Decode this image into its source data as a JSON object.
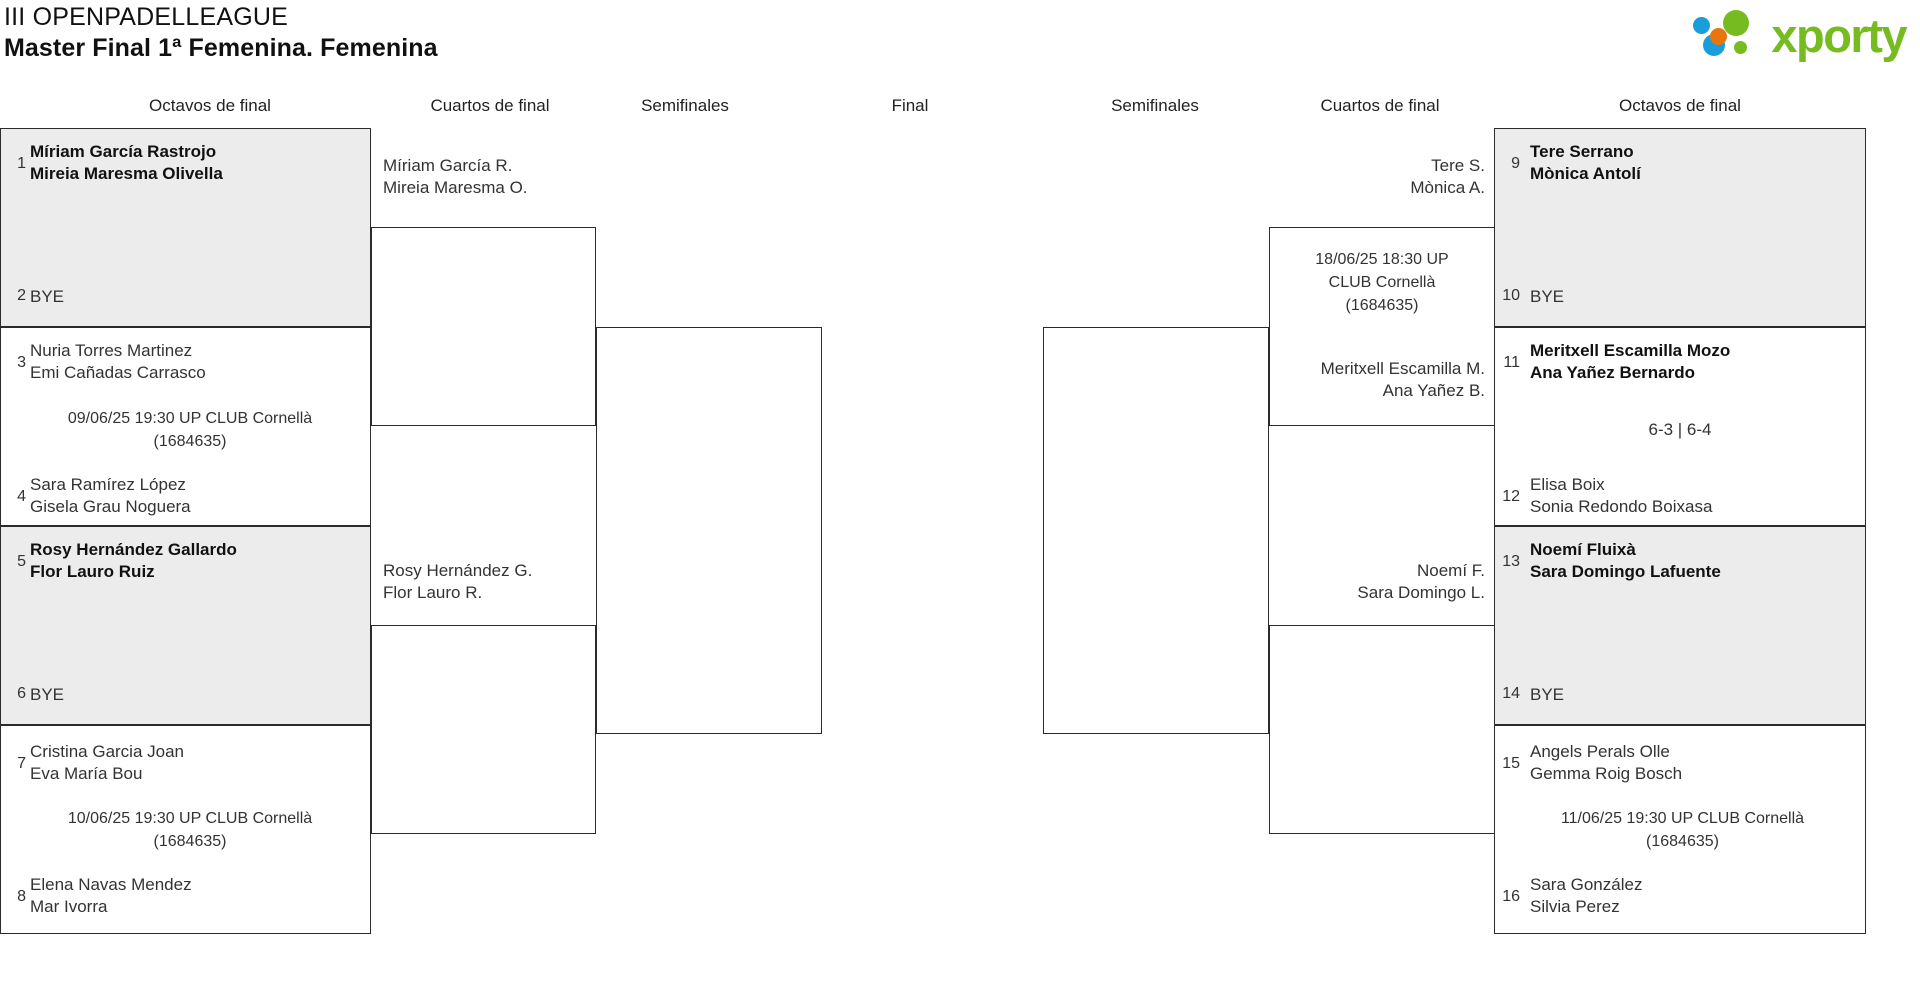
{
  "header": {
    "title_line1": "III OPENPADELLEAGUE",
    "title_line2": "Master Final 1ª Femenina. Femenina",
    "logo_text": "xporty",
    "logo_colors": {
      "green": "#76bc21",
      "blue": "#1a9ddb",
      "orange": "#e8760d"
    }
  },
  "round_headers": [
    {
      "label": "Octavos de final"
    },
    {
      "label": "Cuartos de final"
    },
    {
      "label": "Semifinales"
    },
    {
      "label": "Final"
    },
    {
      "label": "Semifinales"
    },
    {
      "label": "Cuartos de final"
    },
    {
      "label": "Octavos de final"
    }
  ],
  "left": {
    "r16": [
      {
        "seed": "1",
        "p1": "Míriam García Rastrojo",
        "p2": "Mireia Maresma Olivella",
        "winner": true,
        "bye": ""
      },
      {
        "seed": "2",
        "p1": "",
        "p2": "",
        "winner": false,
        "bye": "BYE"
      },
      {
        "seed": "3",
        "p1": "Nuria Torres Martinez",
        "p2": "Emi Cañadas Carrasco",
        "winner": false,
        "bye": ""
      },
      {
        "seed": "4",
        "p1": "Sara Ramírez López",
        "p2": "Gisela Grau Noguera",
        "winner": false,
        "bye": ""
      },
      {
        "seed": "5",
        "p1": "Rosy Hernández Gallardo",
        "p2": "Flor Lauro Ruiz",
        "winner": true,
        "bye": ""
      },
      {
        "seed": "6",
        "p1": "",
        "p2": "",
        "winner": false,
        "bye": "BYE"
      },
      {
        "seed": "7",
        "p1": "Cristina Garcia Joan",
        "p2": "Eva María Bou",
        "winner": false,
        "bye": ""
      },
      {
        "seed": "8",
        "p1": "Elena Navas Mendez",
        "p2": "Mar Ivorra",
        "winner": false,
        "bye": ""
      }
    ],
    "r16_matchinfo": [
      {
        "line1": "09/06/25 19:30 UP CLUB Cornellà",
        "line2": "(1684635)"
      },
      {
        "line1": "10/06/25 19:30 UP CLUB Cornellà",
        "line2": "(1684635)"
      }
    ],
    "qf": [
      {
        "p1": "Míriam García R.",
        "p2": "Mireia Maresma O."
      },
      {
        "p1": "Rosy Hernández G.",
        "p2": "Flor Lauro R."
      }
    ]
  },
  "right": {
    "r16": [
      {
        "seed": "9",
        "p1": "Tere Serrano",
        "p2": "Mònica Antolí",
        "winner": true,
        "bye": ""
      },
      {
        "seed": "10",
        "p1": "",
        "p2": "",
        "winner": false,
        "bye": "BYE"
      },
      {
        "seed": "11",
        "p1": "Meritxell Escamilla Mozo",
        "p2": "Ana Yañez Bernardo",
        "winner": true,
        "bye": ""
      },
      {
        "seed": "12",
        "p1": "Elisa Boix",
        "p2": "Sonia Redondo Boixasa",
        "winner": false,
        "bye": ""
      },
      {
        "seed": "13",
        "p1": "Noemí Fluixà",
        "p2": "Sara Domingo Lafuente",
        "winner": true,
        "bye": ""
      },
      {
        "seed": "14",
        "p1": "",
        "p2": "",
        "winner": false,
        "bye": "BYE"
      },
      {
        "seed": "15",
        "p1": "Angels Perals Olle",
        "p2": "Gemma Roig Bosch",
        "winner": false,
        "bye": ""
      },
      {
        "seed": "16",
        "p1": "Sara González",
        "p2": "Silvia Perez",
        "winner": false,
        "bye": ""
      }
    ],
    "r16_score": "6-3 | 6-4",
    "r16_matchinfo": [
      {
        "line1": "11/06/25 19:30 UP CLUB Cornellà",
        "line2": "(1684635)"
      }
    ],
    "qf": [
      {
        "p1": "Tere S.",
        "p2": "Mònica A."
      },
      {
        "p1": "Meritxell Escamilla M.",
        "p2": "Ana Yañez B."
      },
      {
        "p1": "Noemí F.",
        "p2": "Sara Domingo L."
      }
    ],
    "qf_matchinfo": [
      {
        "line1": "18/06/25 18:30 UP",
        "line2": "CLUB Cornellà",
        "line3": "(1684635)"
      }
    ]
  }
}
